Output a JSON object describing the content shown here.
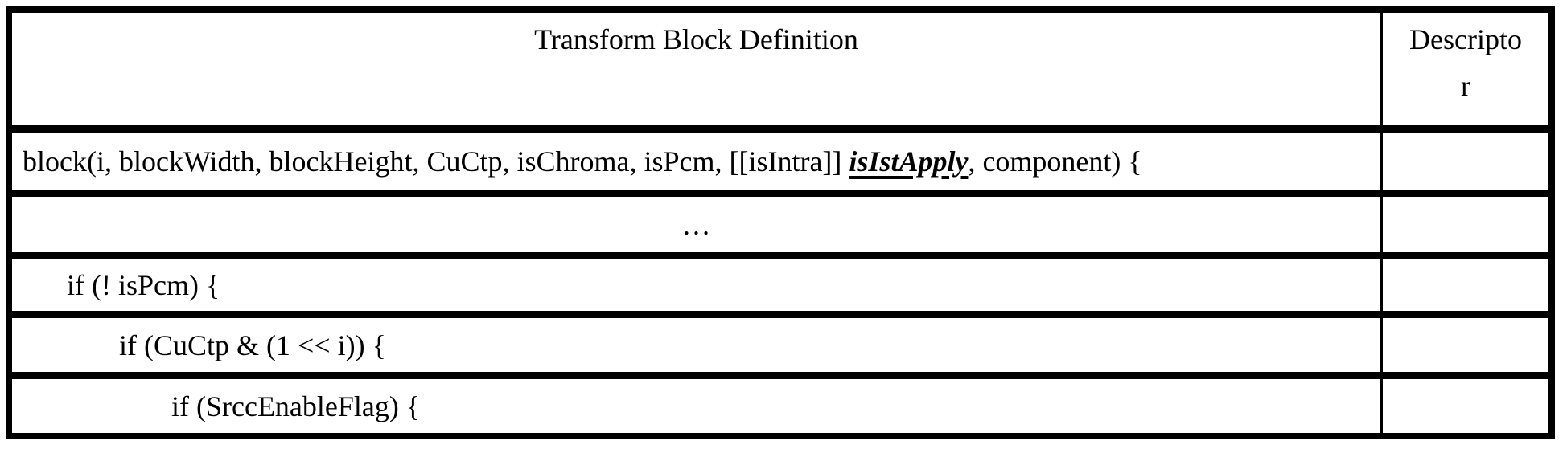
{
  "table": {
    "header": {
      "definition_label": "Transform Block Definition",
      "descriptor_label_line1": "Descripto",
      "descriptor_label_line2": "r"
    },
    "rows": [
      {
        "pre": "block(i, blockWidth, blockHeight, CuCtp, isChroma, isPcm, [[isIntra]] ",
        "emphasis": "isIstApply",
        "post": ", component) {",
        "descriptor": ""
      },
      {
        "text": "…",
        "descriptor": ""
      },
      {
        "text": "if (! isPcm) {",
        "descriptor": ""
      },
      {
        "text": "if (CuCtp & (1 << i)) {",
        "descriptor": ""
      },
      {
        "text": "if (SrccEnableFlag) {",
        "descriptor": ""
      }
    ]
  }
}
